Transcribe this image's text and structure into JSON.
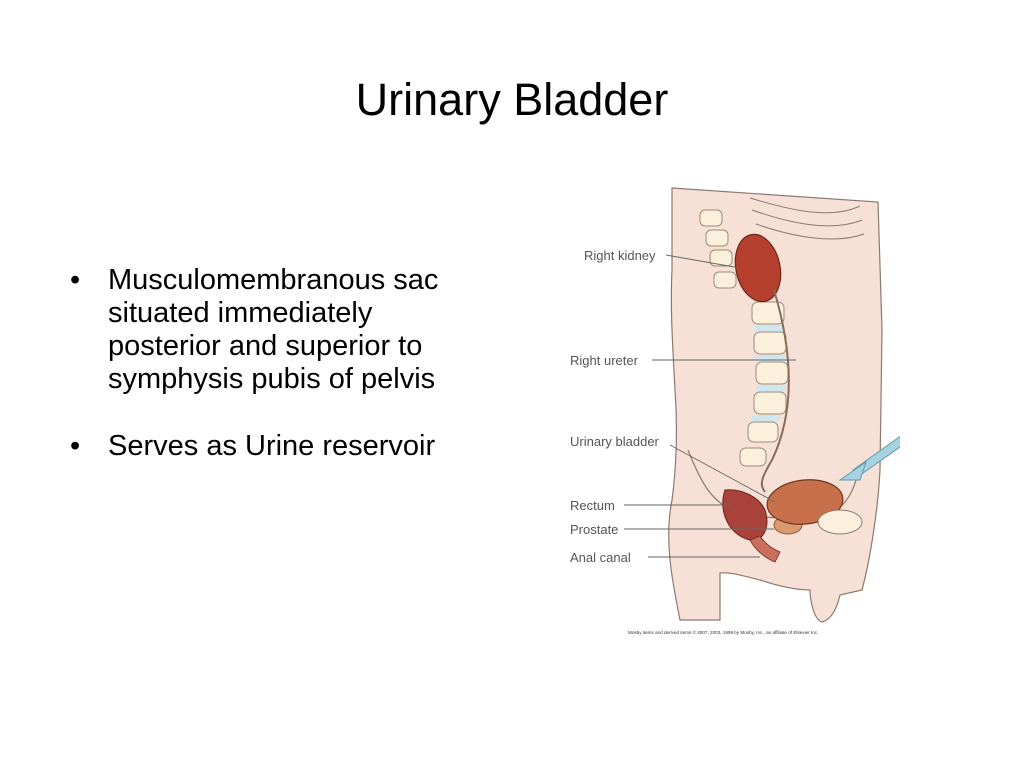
{
  "slide": {
    "title": "Urinary Bladder",
    "bullets": [
      "Musculomembranous sac situated immediately posterior and superior to symphysis pubis of pelvis",
      "Serves as Urine reservoir"
    ],
    "bullet_glyph": "•"
  },
  "figure": {
    "labels": {
      "right_kidney": "Right kidney",
      "right_ureter": "Right ureter",
      "urinary_bladder": "Urinary bladder",
      "rectum": "Rectum",
      "prostate": "Prostate",
      "anal_canal": "Anal canal"
    },
    "credit": "Mosby items and derived items © 2007, 2003, 1999 by Mosby, Inc., an affiliate of Elsevier Inc.",
    "colors": {
      "skin": "#f7e1d6",
      "kidney": "#b5402e",
      "bladder": "#c8704c",
      "arrow": "#a9d2e0"
    }
  }
}
